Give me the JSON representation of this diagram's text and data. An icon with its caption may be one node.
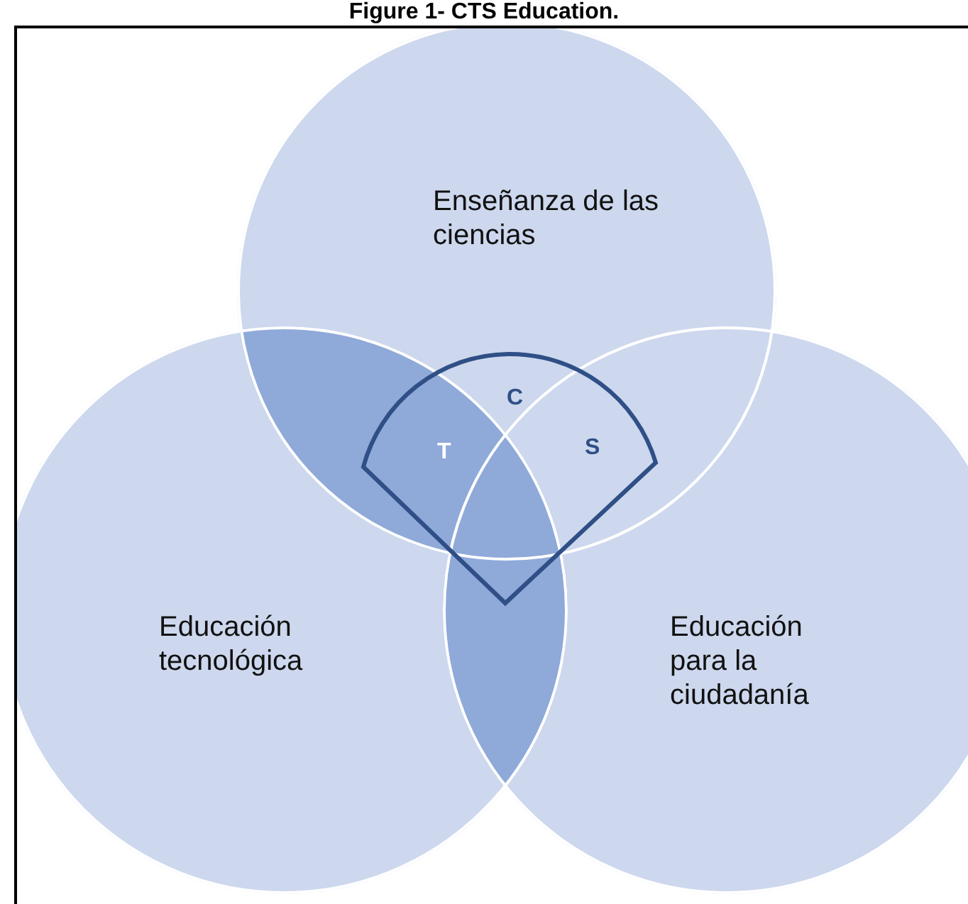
{
  "diagram": {
    "title": "Figure 1- CTS Education.",
    "nodes": [
      {
        "text": [
          "Enseñanza de las ciencias"
        ]
      },
      {
        "text": [
          "Educación tecnológica"
        ]
      },
      {
        "text": [
          "Educación para la ciudadanía"
        ]
      },
      {
        "text": [
          "C",
          "T",
          "S"
        ]
      }
    ]
  }
}
